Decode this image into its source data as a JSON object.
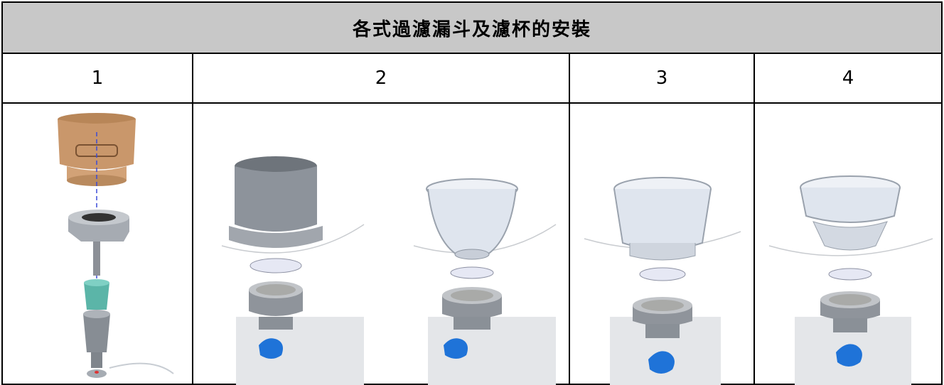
{
  "table": {
    "title": "各式過濾漏斗及濾杯的安裝",
    "columns": [
      {
        "label": "1"
      },
      {
        "label": "2"
      },
      {
        "label": "3"
      },
      {
        "label": "4"
      }
    ]
  },
  "colors": {
    "header_bg": "#c8c8c8",
    "funnel_wood": "#c9976b",
    "cup_gray": "#8d939b",
    "clear_cup": "#dfe5ee",
    "filter_disk": "#e6e8f4",
    "frit": "#a9aaa8",
    "stopper_teal": "#5bb5a8",
    "valve_blue": "#1f73d8"
  }
}
